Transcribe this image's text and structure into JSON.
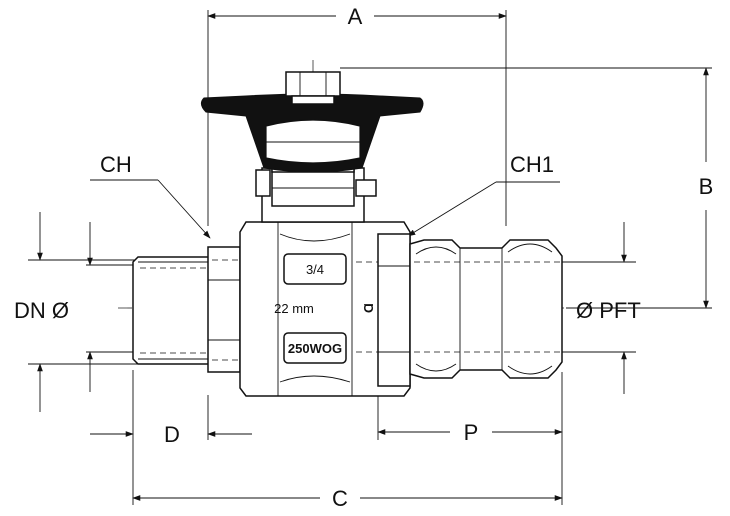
{
  "dimensions": {
    "a": "A",
    "b": "B",
    "c": "C",
    "d": "D",
    "p": "P",
    "ch": "CH",
    "ch1": "CH1",
    "dn": "DN Ø",
    "pft": "Ø PFT"
  },
  "body_markings": {
    "size": "3/4",
    "diameter": "22 mm",
    "rating": "250WOG",
    "brand_mark": "Ɑ"
  },
  "colors": {
    "line": "#111111",
    "background": "#ffffff"
  }
}
